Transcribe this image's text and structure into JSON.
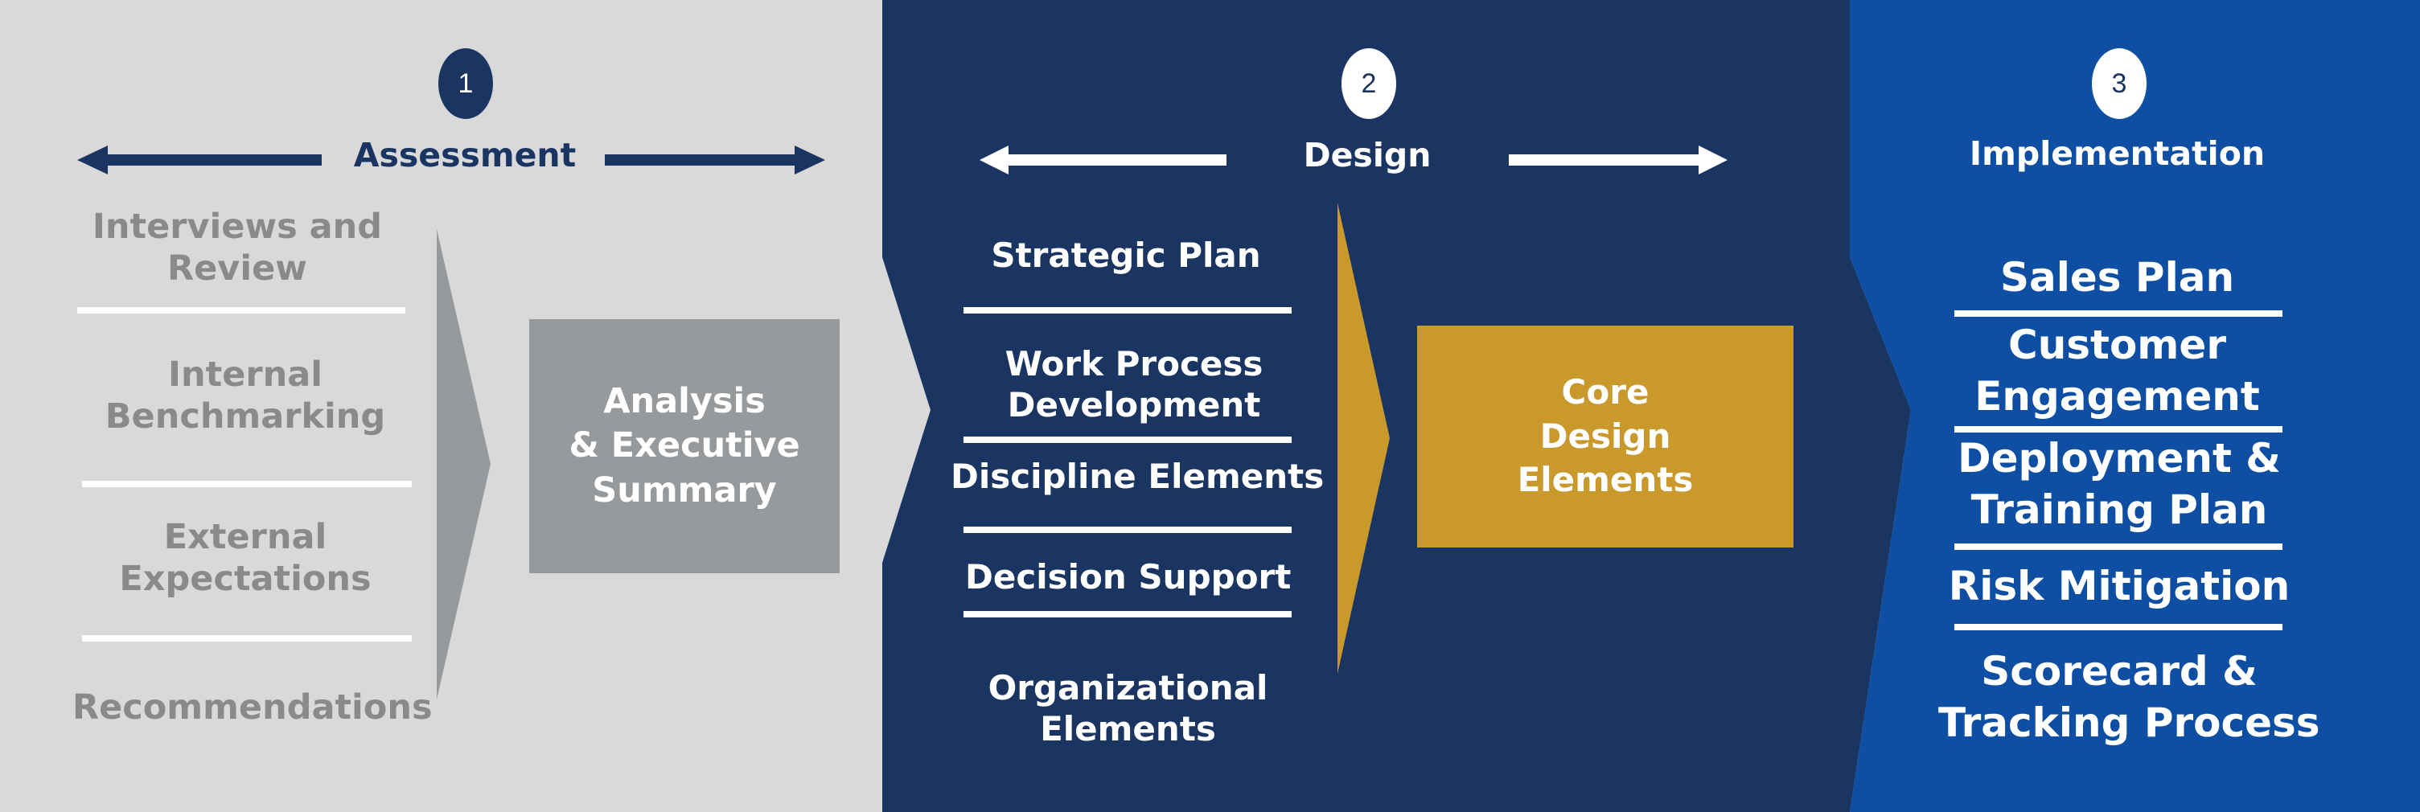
{
  "colors": {
    "assessment_bg": "#d9d9d9",
    "design_bg": "#1b3562",
    "implementation_bg": "#0e4ea3",
    "analysis_box": "#979a9c",
    "core_box": "#c9992b",
    "grey_chevron": "#979a9c",
    "gold_chevron": "#c9992b",
    "assessment_text": "#8a8a8a",
    "navy": "#1b3562"
  },
  "phases": [
    {
      "number": "1",
      "title": "Assessment",
      "items": [
        "Interviews and\nReview",
        "Internal\nBenchmarking",
        "External\nExpectations",
        "Recommendations"
      ],
      "output": "Analysis\n& Executive\nSummary"
    },
    {
      "number": "2",
      "title": "Design",
      "items": [
        "Strategic Plan",
        "Work Process\nDevelopment",
        "Discipline Elements",
        "Decision Support",
        "Organizational\nElements"
      ],
      "output": "Core\nDesign\nElements"
    },
    {
      "number": "3",
      "title": "Implementation",
      "items": [
        "Sales Plan",
        "Customer\nEngagement",
        "Deployment &\nTraining Plan",
        "Risk Mitigation",
        "Scorecard &\nTracking Process"
      ]
    }
  ]
}
